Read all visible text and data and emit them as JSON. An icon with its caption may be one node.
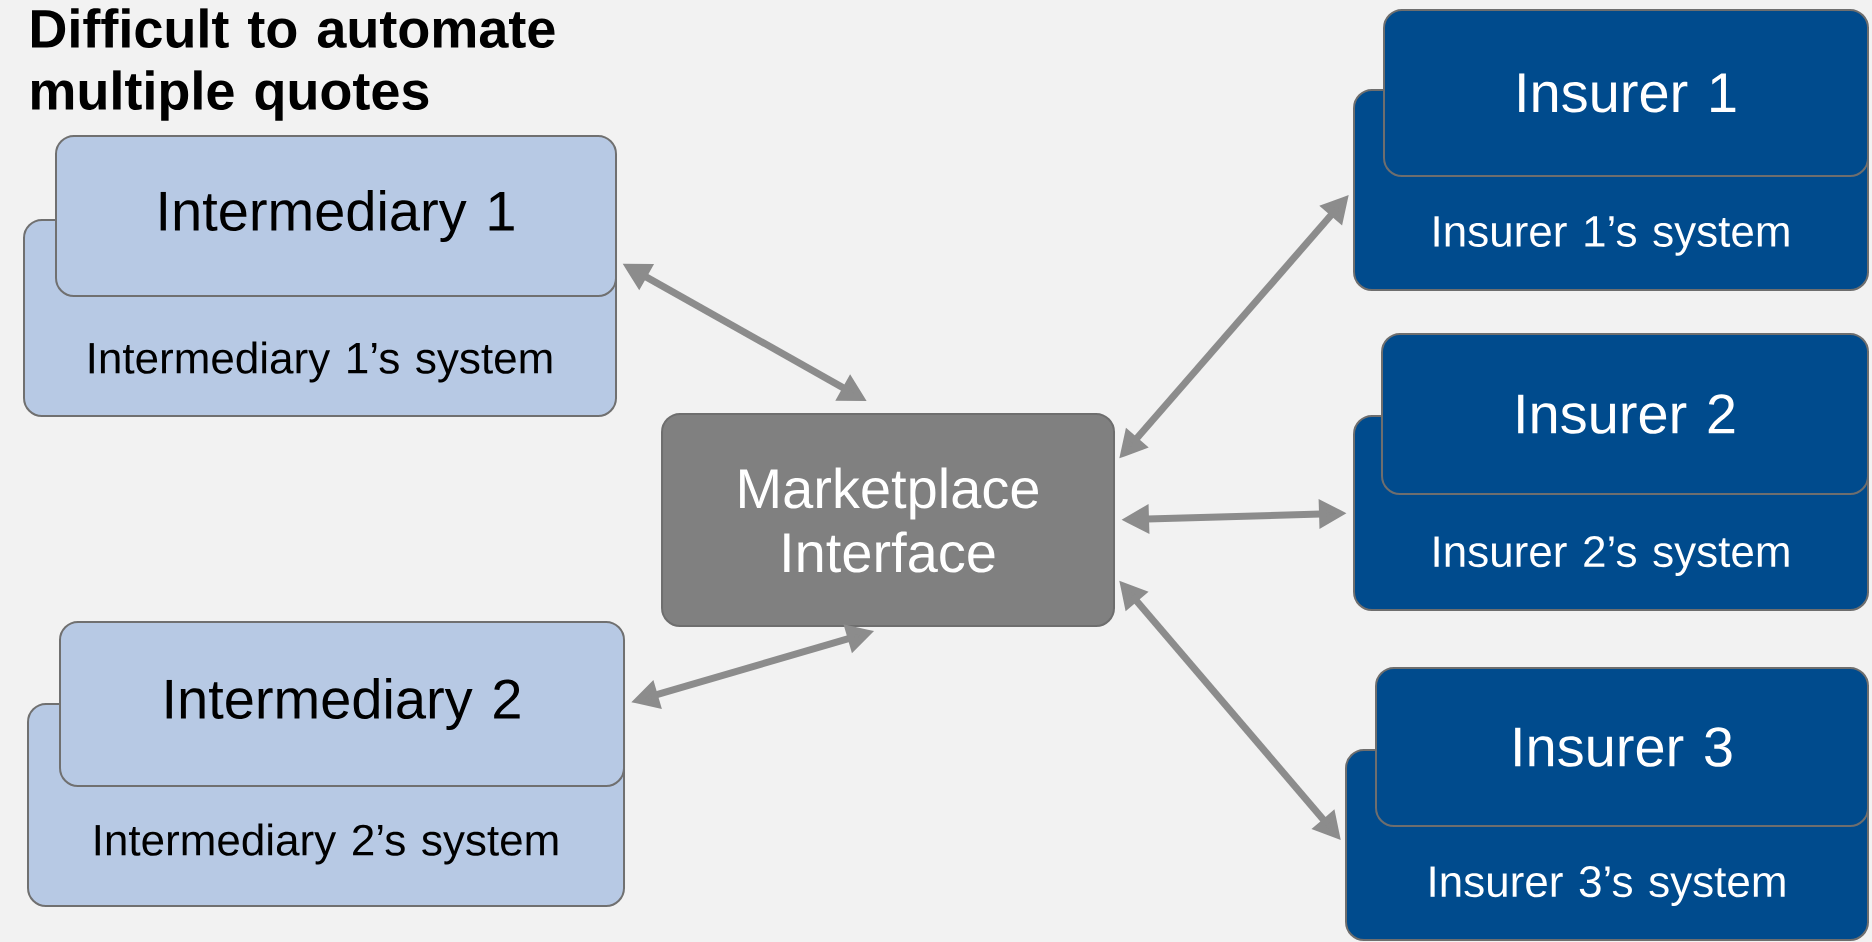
{
  "diagram": {
    "title": "Difficult to automate multiple quotes",
    "nodes": [
      {
        "text": [
          "Intermediary 1"
        ]
      },
      {
        "text": [
          "Intermediary 1’s system"
        ]
      },
      {
        "text": [
          "Intermediary 2"
        ]
      },
      {
        "text": [
          "Intermediary 2’s system"
        ]
      },
      {
        "text": [
          "Marketplace Interface"
        ]
      },
      {
        "text": [
          "Insurer 1"
        ]
      },
      {
        "text": [
          "Insurer 1’s system"
        ]
      },
      {
        "text": [
          "Insurer 2"
        ]
      },
      {
        "text": [
          "Insurer 2’s system"
        ]
      },
      {
        "text": [
          "Insurer 3"
        ]
      },
      {
        "text": [
          "Insurer 3’s system"
        ]
      }
    ],
    "edges": [
      {
        "from": 0,
        "to": 4,
        "arrow": "both"
      },
      {
        "from": 2,
        "to": 4,
        "arrow": "both"
      },
      {
        "from": 4,
        "to": 6,
        "arrow": "both"
      },
      {
        "from": 4,
        "to": 8,
        "arrow": "both"
      },
      {
        "from": 4,
        "to": 10,
        "arrow": "both"
      }
    ]
  }
}
